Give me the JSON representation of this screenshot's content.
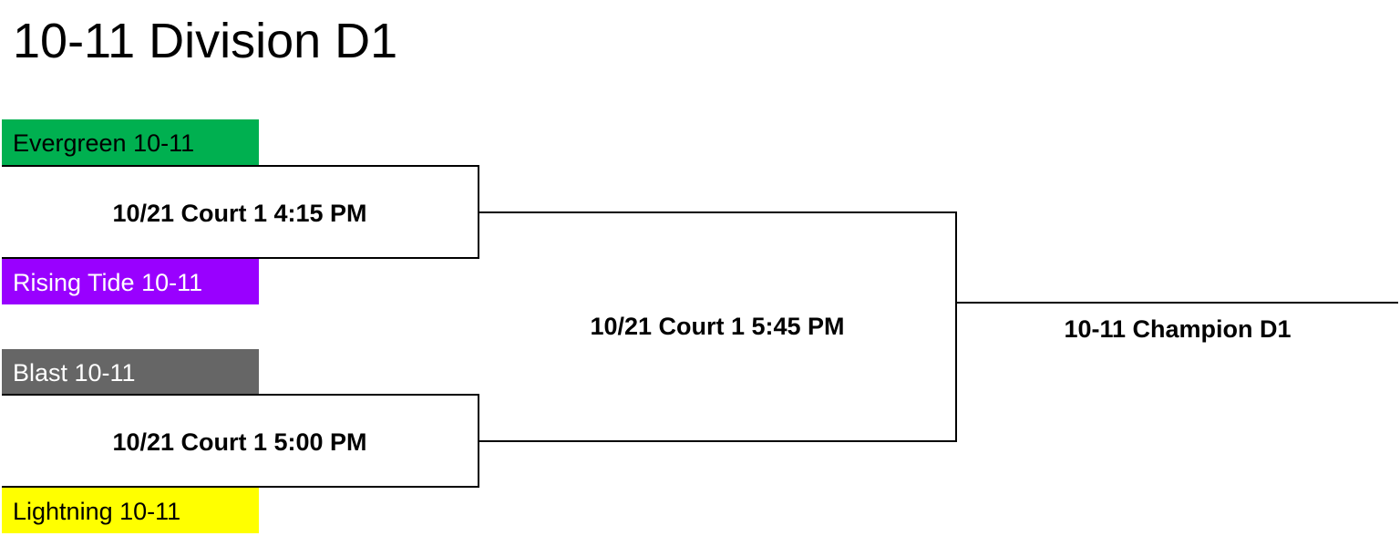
{
  "title": "10-11 Division D1",
  "teams": [
    {
      "name": "Evergreen 10-11",
      "bg": "#00b050",
      "fg": "#000000"
    },
    {
      "name": "Rising Tide 10-11",
      "bg": "#9900ff",
      "fg": "#ffffff"
    },
    {
      "name": "Blast 10-11",
      "bg": "#666666",
      "fg": "#ffffff"
    },
    {
      "name": "Lightning 10-11",
      "bg": "#ffff00",
      "fg": "#000000"
    }
  ],
  "games": {
    "semi1": "10/21 Court 1 4:15 PM",
    "semi2": "10/21 Court 1 5:00 PM",
    "final": "10/21 Court 1 5:45 PM"
  },
  "champion": "10-11 Champion D1"
}
